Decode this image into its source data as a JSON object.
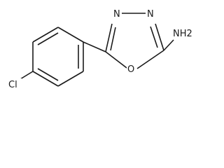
{
  "molecule": {
    "atoms": {
      "n3": "N",
      "n4": "N",
      "o1": "O",
      "amine": "NH2",
      "chloro": "Cl"
    }
  }
}
